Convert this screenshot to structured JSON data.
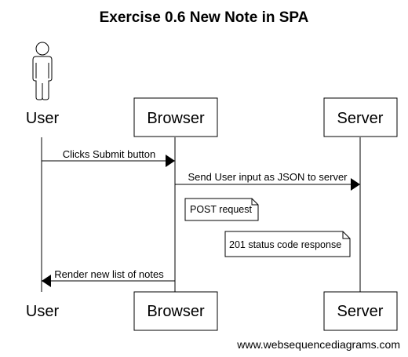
{
  "title": "Exercise 0.6 New Note in SPA",
  "participants": {
    "user": {
      "label": "User",
      "icon": "stick-figure-icon"
    },
    "browser": {
      "label": "Browser"
    },
    "server": {
      "label": "Server"
    }
  },
  "messages": [
    {
      "from": "user",
      "to": "browser",
      "label": "Clicks Submit button"
    },
    {
      "from": "browser",
      "to": "server",
      "label": "Send User input as JSON to server"
    },
    {
      "from": "browser",
      "to": "user",
      "label": "Render new list of notes"
    }
  ],
  "notes": [
    {
      "text": "POST request"
    },
    {
      "text": "201 status code response"
    }
  ],
  "footer": "www.websequencediagrams.com"
}
